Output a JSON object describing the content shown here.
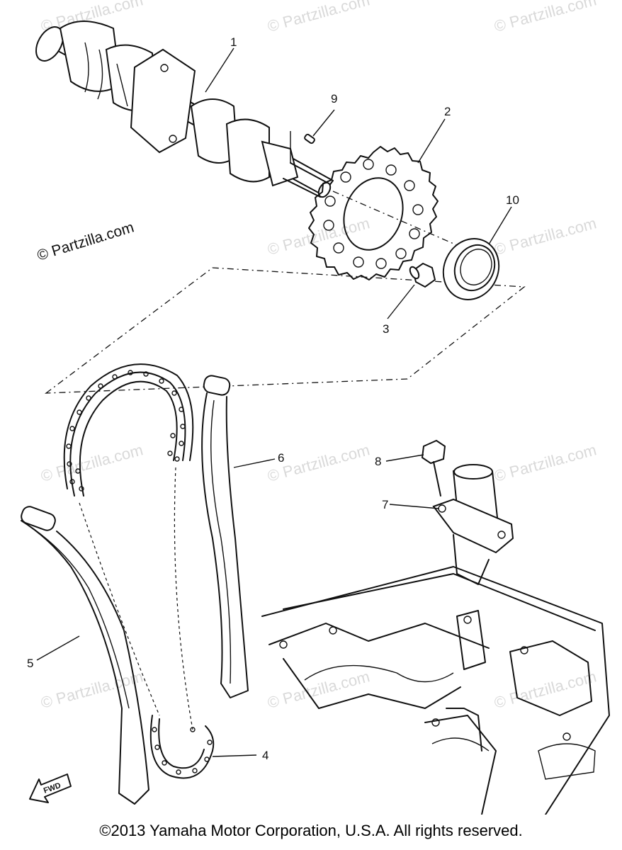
{
  "watermarks": {
    "text": "© Partzilla.com",
    "main": "© Partzilla.com"
  },
  "callouts": {
    "c1": "1",
    "c2": "2",
    "c3": "3",
    "c4": "4",
    "c5": "5",
    "c6": "6",
    "c7": "7",
    "c8": "8",
    "c9": "9",
    "c10": "10"
  },
  "fwd_label": "FWD",
  "footer": {
    "copyright": "©2013 Yamaha Motor Corporation, U.S.A. All rights reserved."
  }
}
